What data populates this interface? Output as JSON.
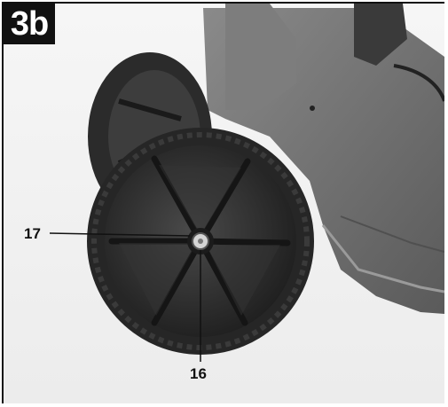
{
  "figure": {
    "label": "3b"
  },
  "callouts": [
    {
      "id": "17",
      "text": "17"
    },
    {
      "id": "16",
      "text": "16"
    }
  ],
  "colors": {
    "badge_background": "#111111",
    "badge_text": "#ffffff",
    "frame": "#111111",
    "wheel": "#2a2a2a",
    "deck": "#6e6e6e"
  }
}
